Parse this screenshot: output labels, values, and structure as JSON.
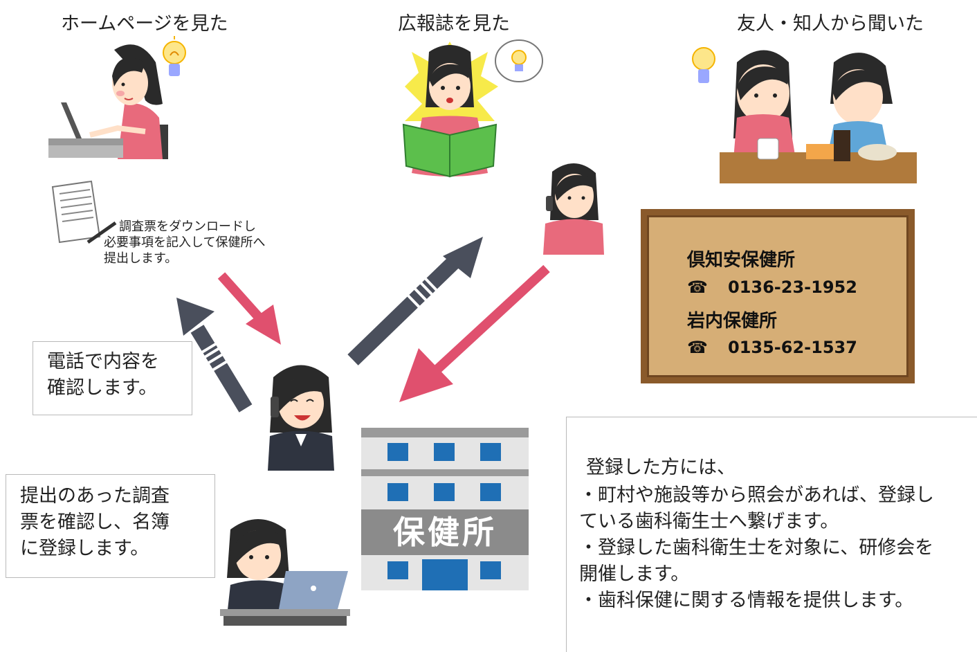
{
  "headers": {
    "homepage": "ホームページを見た",
    "pamphlet": "広報誌を見た",
    "friend": "友人・知人から聞いた"
  },
  "download_note": [
    "調査票をダウンロードし",
    "必要事項を記入して保健所へ",
    "提出します。"
  ],
  "phone_confirm": [
    "電話で内容を",
    "確認します。"
  ],
  "register_box": [
    "提出のあった調査",
    "票を確認し、名簿",
    "に登録します。"
  ],
  "building_sign": "保健所",
  "contacts": [
    {
      "name": "倶知安保健所",
      "phone_icon": "☎",
      "phone": "0136-23-1952"
    },
    {
      "name": "岩内保健所",
      "phone_icon": "☎",
      "phone": "0135-62-1537"
    }
  ],
  "benefits": [
    "登録した方には、",
    "・町村や施設等から照会があれば、登録し",
    "ている歯科衛生士へ繋げます。",
    "・登録した歯科衛生士を対象に、研修会を",
    "開催します。",
    "・歯科保健に関する情報を提供します。"
  ],
  "colors": {
    "pink_arrow": "#e0506e",
    "gray_arrow": "#4a4f5c",
    "board_frame": "#8a5a2b",
    "board_fill": "#d6ae76",
    "building_window": "#1f6fb5"
  }
}
